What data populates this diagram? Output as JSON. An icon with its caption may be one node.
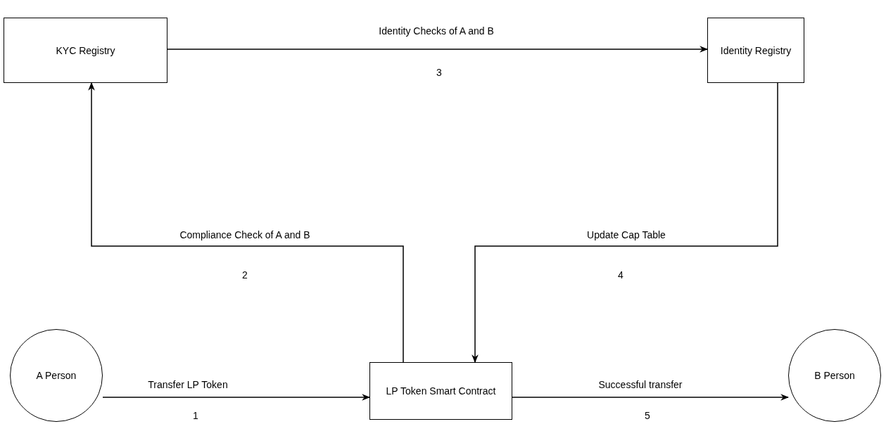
{
  "diagram": {
    "nodes": [
      {
        "text": [
          "KYC Registry"
        ]
      },
      {
        "text": [
          "Identity Registry"
        ]
      },
      {
        "text": [
          "A Person"
        ]
      },
      {
        "text": [
          "LP Token Smart Contract"
        ]
      },
      {
        "text": [
          "B Person"
        ]
      }
    ],
    "edges": [
      {
        "from": 2,
        "to": 3,
        "arrow": "to",
        "label": "Transfer LP Token"
      },
      {
        "from": 3,
        "to": 0,
        "arrow": "to",
        "label": "Compliance Check of A and B"
      },
      {
        "from": 0,
        "to": 1,
        "arrow": "to",
        "label": "Identity Checks of A and B"
      },
      {
        "from": 1,
        "to": 3,
        "arrow": "to",
        "label": "Update Cap Table"
      },
      {
        "from": 3,
        "to": 4,
        "arrow": "to",
        "label": "Successful transfer"
      }
    ],
    "labels": [
      "3",
      "2",
      "4",
      "1",
      "5"
    ]
  }
}
